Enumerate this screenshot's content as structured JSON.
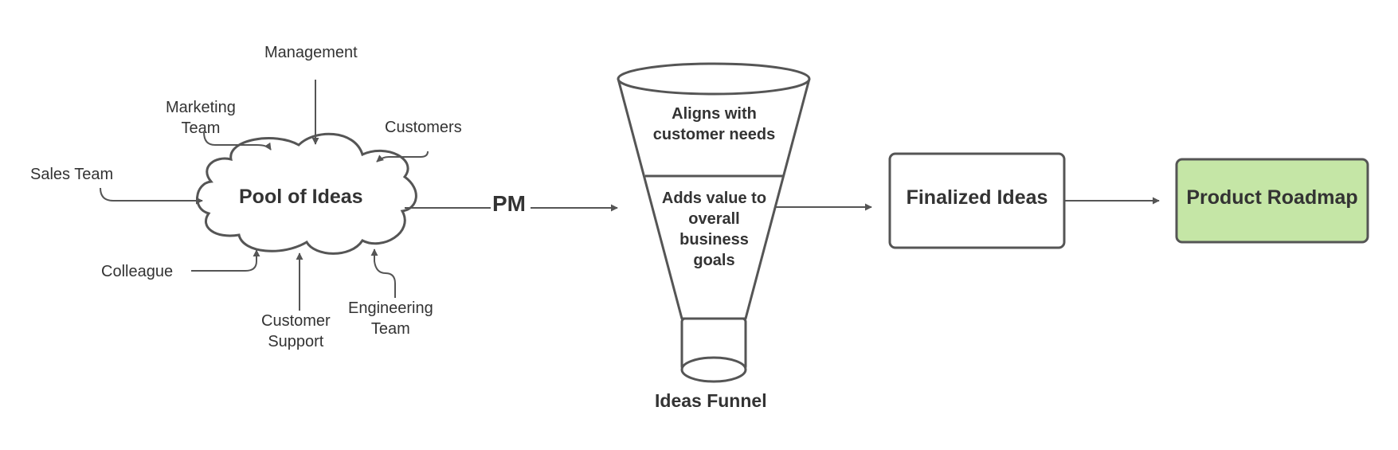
{
  "sources": {
    "management": "Management",
    "marketing_team": [
      "Marketing",
      "Team"
    ],
    "customers": "Customers",
    "sales_team": "Sales Team",
    "colleague": "Colleague",
    "customer_support": [
      "Customer",
      "Support"
    ],
    "engineering_team": [
      "Engineering",
      "Team"
    ]
  },
  "cloud": {
    "label": "Pool of Ideas"
  },
  "connector": {
    "label": "PM"
  },
  "funnel": {
    "top_label": [
      "Aligns with",
      "customer needs"
    ],
    "bottom_label": [
      "Adds value to",
      "overall",
      "business",
      "goals"
    ],
    "caption": "Ideas Funnel"
  },
  "finalized": {
    "label": "Finalized Ideas"
  },
  "roadmap": {
    "label": "Product Roadmap",
    "fill": "#c5e6a6"
  },
  "colors": {
    "stroke": "#555555",
    "text": "#333333"
  }
}
